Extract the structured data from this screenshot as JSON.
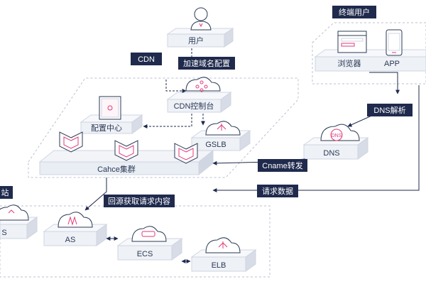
{
  "palette": {
    "tag_bg": "#1f2a4d",
    "platform_top": "#f2f4f8",
    "platform_side": "#cfd5e2",
    "outline": "#b8c0d0",
    "accent": "#e23a7a",
    "text": "#2b3a55"
  },
  "icons": {
    "user": "user-avatar-icon",
    "cdn_console": "network-hub-icon",
    "config_center": "document-icon",
    "gslb": "load-balancer-icon",
    "dns": "dns-globe-icon",
    "cache": "hexagon-node-icon",
    "browser": "browser-window-icon",
    "app": "mobile-phone-icon",
    "origin": "cloud-icon",
    "as": "cloud-icon",
    "ecs": "cloud-server-icon",
    "elb": "cloud-balancer-icon"
  },
  "nodes": {
    "user": "用户",
    "cdn_console": "CDN控制台",
    "config_center": "配置中心",
    "gslb": "GSLB",
    "dns": "DNS",
    "cache": "Cahce集群",
    "browser": "浏览器",
    "app": "APP",
    "origin_partial": "S",
    "as": "AS",
    "ecs": "ECS",
    "elb": "ELB"
  },
  "tags": {
    "cdn": "CDN",
    "domain_config": "加速域名配置",
    "end_user": "终端用户",
    "dns_resolve": "DNS解析",
    "cname": "Cname转发",
    "request_data": "请求数据",
    "back_to_origin": "回源获取请求内容",
    "origin_site_partial": "站"
  }
}
